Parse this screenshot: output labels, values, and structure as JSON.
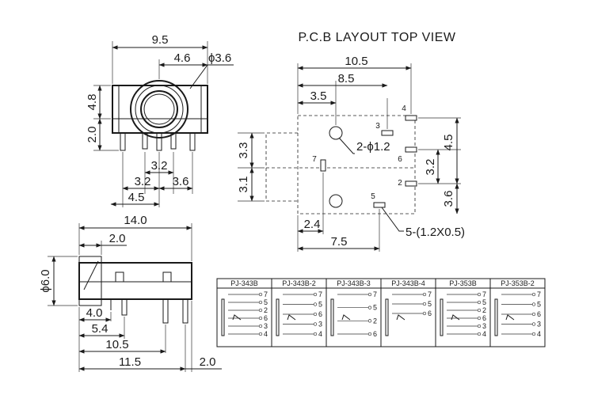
{
  "front_view": {
    "width": "9.5",
    "hole_offset": "4.6",
    "hole_dia": "ϕ3.6",
    "upper_height": "4.8",
    "lower_height": "2.0",
    "pin_spacing_mid": "3.2",
    "pin_spacing_left": "3.2",
    "pin_spacing_right": "3.6",
    "pin_offset": "4.5"
  },
  "pcb_layout": {
    "title": "P.C.B LAYOUT  TOP VIEW",
    "dim_total": "10.5",
    "dim_85": "8.5",
    "dim_35": "3.5",
    "dim_33": "3.3",
    "dim_31": "3.1",
    "dim_45": "4.5",
    "dim_32": "3.2",
    "dim_36": "3.6",
    "dim_24": "2.4",
    "dim_75": "7.5",
    "hole_callout": "2-ϕ1.2",
    "slot_callout": "5-(1.2X0.5)",
    "pins": [
      "4",
      "3",
      "6",
      "7",
      "2",
      "5"
    ]
  },
  "side_view": {
    "length": "14.0",
    "front_offset": "2.0",
    "body_dia": "ϕ6.0",
    "dim_40": "4.0",
    "dim_54": "5.4",
    "dim_105": "10.5",
    "dim_115": "11.5",
    "dim_20": "2.0"
  },
  "variants_table": {
    "headers": [
      "PJ-343B",
      "PJ-343B-2",
      "PJ-343B-3",
      "PJ-343B-4",
      "PJ-353B",
      "PJ-353B-2"
    ],
    "pins": [
      [
        "7",
        "5",
        "2",
        "6",
        "3",
        "4"
      ],
      [
        "7",
        "5",
        "6",
        "3",
        "4"
      ],
      [
        "7",
        "5",
        "2",
        "6"
      ],
      [
        "7",
        "5",
        "6"
      ],
      [
        "7",
        "5",
        "2",
        "6",
        "3",
        "4"
      ],
      [
        "7",
        "5",
        "6",
        "3",
        "4"
      ]
    ]
  }
}
